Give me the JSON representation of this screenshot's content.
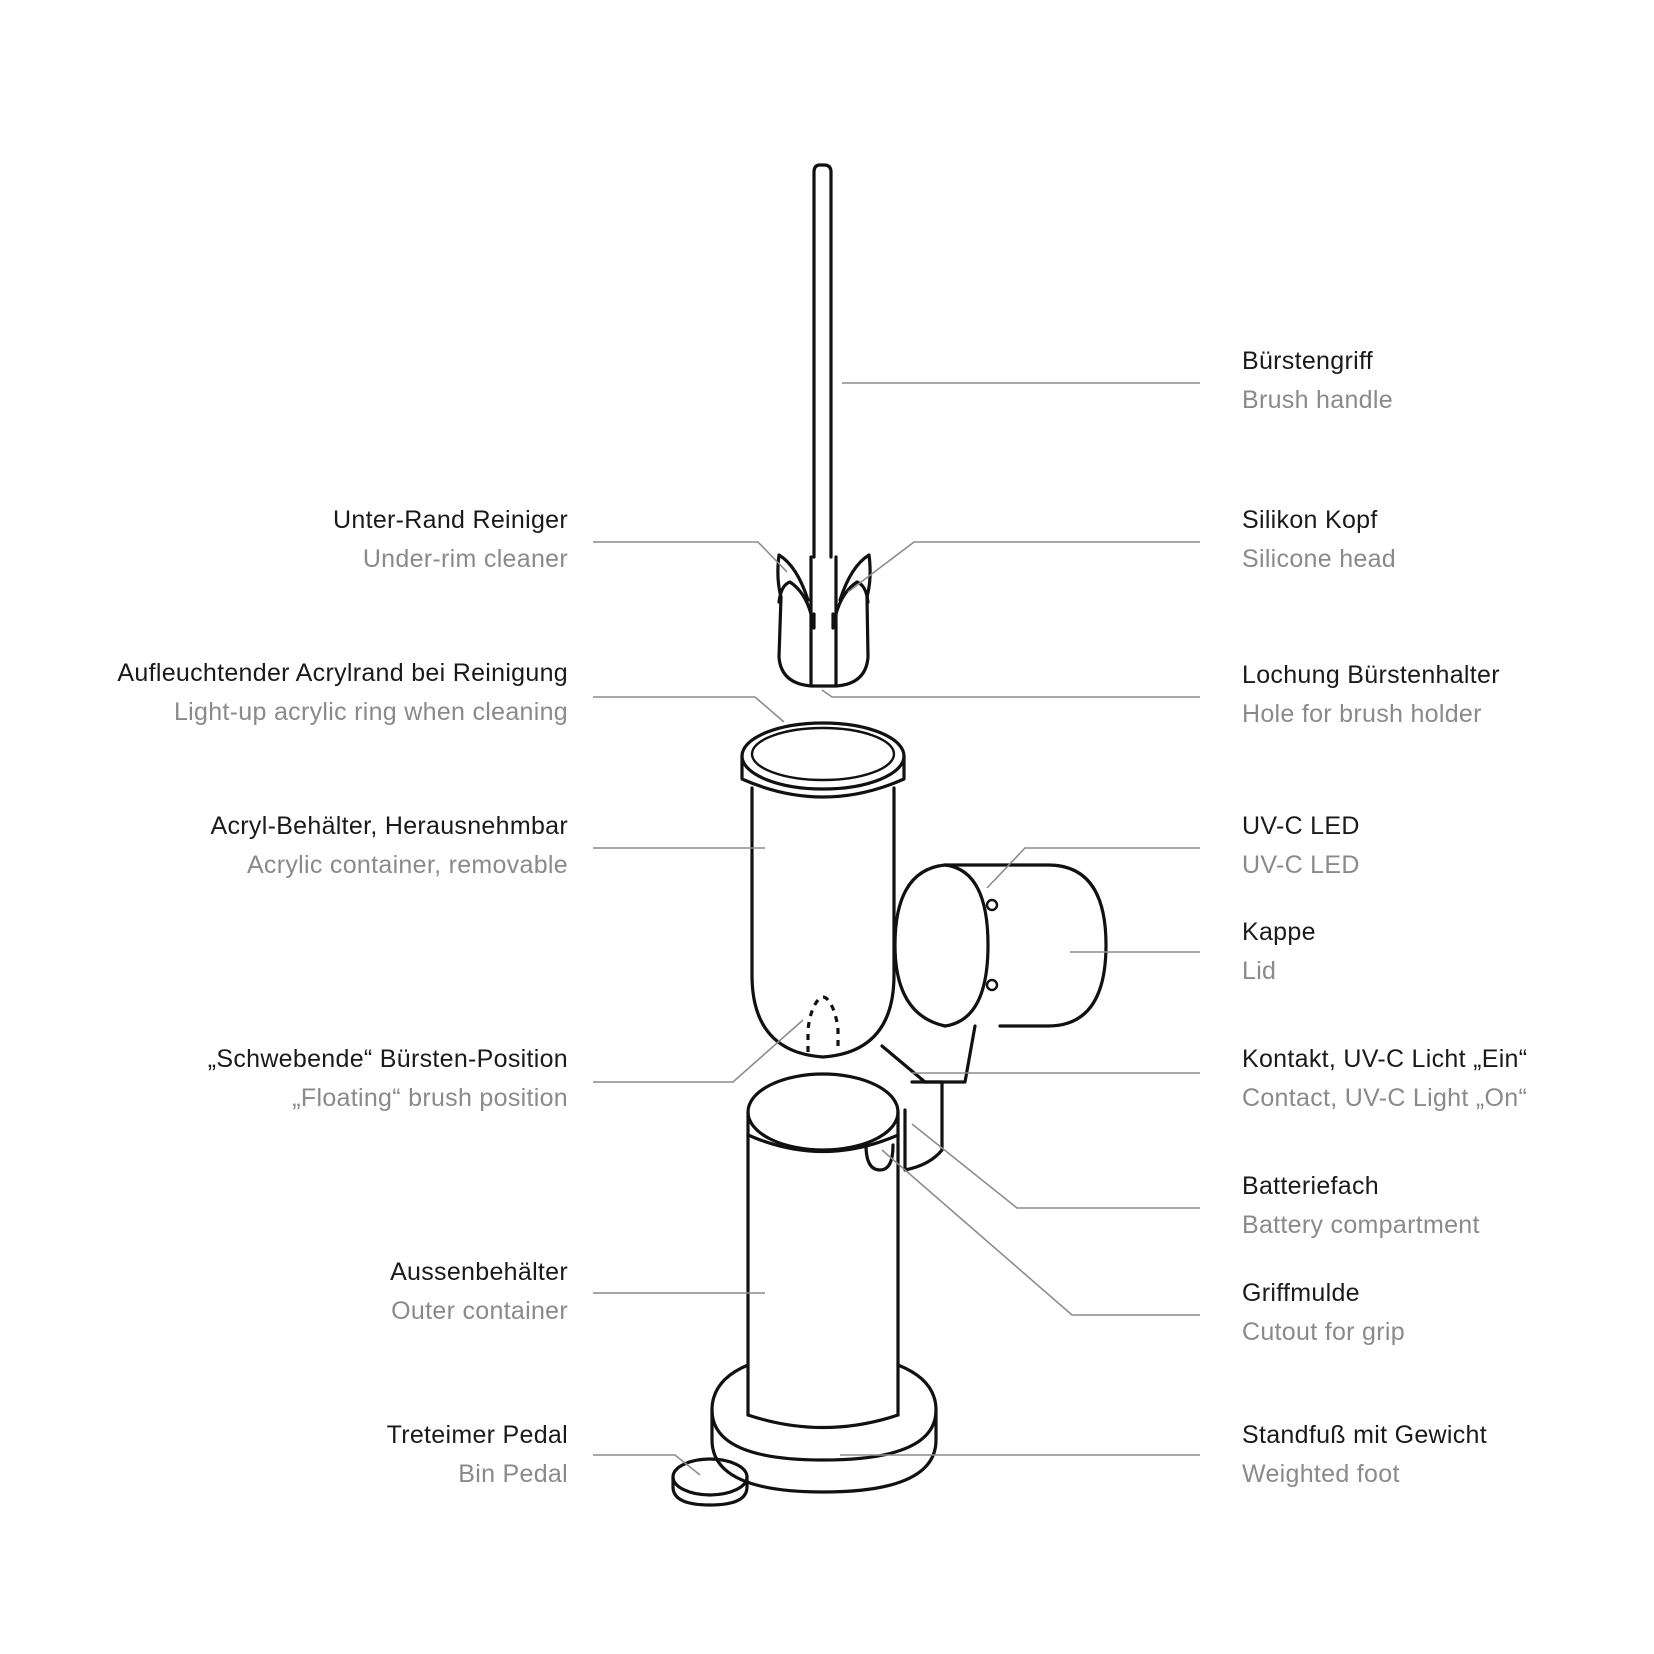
{
  "colors": {
    "outline": "#111111",
    "leader": "#8c8c8c",
    "label_de": "#1a1a1a",
    "label_en": "#8a8a8a"
  },
  "labels": {
    "brush_handle": {
      "de": "Bürstengriff",
      "en": "Brush handle"
    },
    "silicone_head": {
      "de": "Silikon Kopf",
      "en": "Silicone head"
    },
    "brush_holder_hole": {
      "de": "Lochung Bürstenhalter",
      "en": "Hole for brush holder"
    },
    "uvc_led": {
      "de": "UV-C LED",
      "en": "UV-C LED"
    },
    "lid": {
      "de": "Kappe",
      "en": "Lid"
    },
    "contact": {
      "de": "Kontakt, UV-C Licht „Ein“",
      "en": "Contact, UV-C  Light „On“"
    },
    "battery": {
      "de": "Batteriefach",
      "en": "Battery compartment"
    },
    "grip": {
      "de": "Griffmulde",
      "en": "Cutout for grip"
    },
    "foot": {
      "de": "Standfuß mit Gewicht",
      "en": "Weighted foot"
    },
    "under_rim": {
      "de": "Unter-Rand Reiniger",
      "en": "Under-rim cleaner"
    },
    "acrylic_ring": {
      "de": "Aufleuchtender Acrylrand bei Reinigung",
      "en": "Light-up acrylic ring when cleaning"
    },
    "acrylic_container": {
      "de": "Acryl-Behälter, Herausnehmbar",
      "en": "Acrylic container, removable"
    },
    "floating": {
      "de": "„Schwebende“ Bürsten-Position",
      "en": "„Floating“ brush position"
    },
    "outer_container": {
      "de": "Aussenbehälter",
      "en": "Outer container"
    },
    "bin_pedal": {
      "de": "Treteimer Pedal",
      "en": "Bin Pedal"
    }
  }
}
